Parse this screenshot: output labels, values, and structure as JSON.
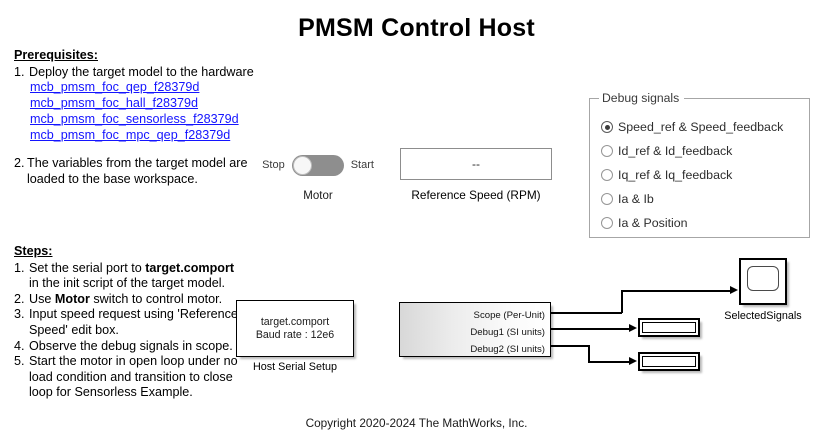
{
  "page": {
    "title": "PMSM Control Host",
    "copyright": "Copyright 2020-2024 The MathWorks, Inc."
  },
  "prerequisites": {
    "heading": "Prerequisites:",
    "item1": {
      "number": "1.",
      "text": "Deploy the target model to the hardware",
      "links": [
        "mcb_pmsm_foc_qep_f28379d",
        "mcb_pmsm_foc_hall_f28379d",
        "mcb_pmsm_foc_sensorless_f28379d",
        "mcb_pmsm_foc_mpc_qep_f28379d"
      ]
    },
    "item2": {
      "number": "2.",
      "line1": "The variables from the target model are",
      "line2": "loaded to the base workspace."
    }
  },
  "steps": {
    "heading": "Steps:",
    "items": [
      {
        "number": "1.",
        "pre": "Set the serial port to ",
        "bold": "target.comport",
        "post": "",
        "line2": "in the init script of the target model."
      },
      {
        "number": "2.",
        "pre": "Use ",
        "bold": "Motor",
        "post": " switch to control motor.",
        "line2": ""
      },
      {
        "number": "3.",
        "pre": "Input speed request using 'Reference",
        "bold": "",
        "post": "",
        "line2": "Speed' edit box."
      },
      {
        "number": "4.",
        "pre": "Observe the debug signals in scope.",
        "bold": "",
        "post": "",
        "line2": ""
      },
      {
        "number": "5.",
        "pre": "Start the motor in open loop under no",
        "bold": "",
        "post": "",
        "line2": "load condition and transition to close",
        "line3": "loop for Sensorless Example."
      }
    ]
  },
  "motor_switch": {
    "left_label": "Stop",
    "right_label": "Start",
    "caption": "Motor",
    "state": "Stop"
  },
  "reference_speed": {
    "value": "--",
    "placeholder": "--",
    "caption": "Reference Speed (RPM)"
  },
  "debug_signals": {
    "panel_title": "Debug signals",
    "options": [
      {
        "label": "Speed_ref & Speed_feedback",
        "selected": true
      },
      {
        "label": "Id_ref & Id_feedback",
        "selected": false
      },
      {
        "label": "Iq_ref & Iq_feedback",
        "selected": false
      },
      {
        "label": "Ia & Ib",
        "selected": false
      },
      {
        "label": "Ia & Position",
        "selected": false
      }
    ]
  },
  "diagram": {
    "host_serial": {
      "line1": "target.comport",
      "line2": "Baud rate : 12e6",
      "caption": "Host Serial Setup"
    },
    "scope_source": {
      "ports": [
        "Scope (Per-Unit)",
        "Debug1 (SI units)",
        "Debug2 (SI units)"
      ]
    },
    "selected_signals": {
      "caption": "SelectedSignals"
    }
  },
  "colors": {
    "link": "#1414ff",
    "switch_track": "#8e8e8e",
    "switch_knob": "#f7f7f7",
    "panel_border": "#a6a6a6",
    "block_border": "#000000"
  }
}
